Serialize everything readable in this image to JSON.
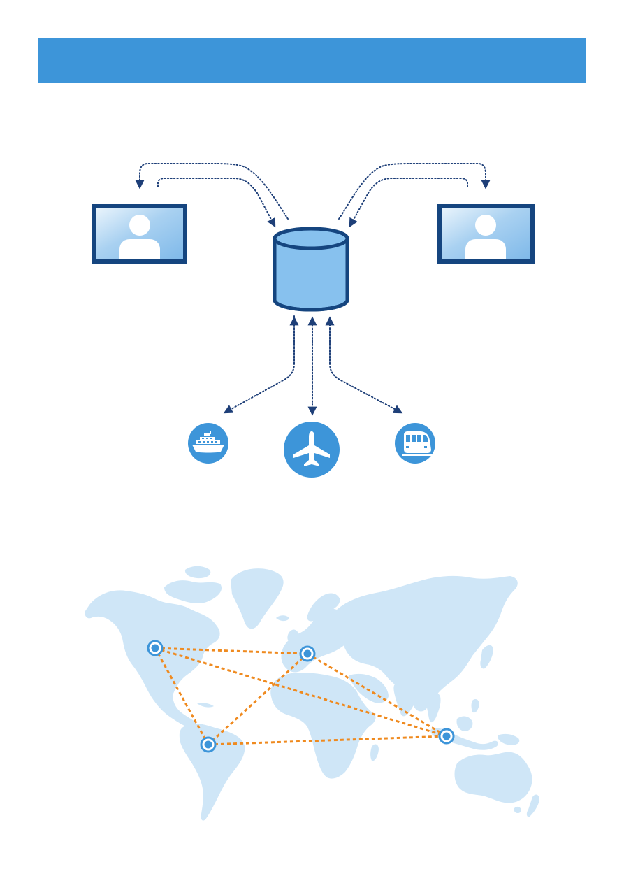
{
  "colors": {
    "banner": "#3d95d9",
    "arrow": "#1e3f78",
    "monitor_frame": "#15457f",
    "screen_light": "#e9f4fc",
    "screen_mid": "#a9d1f1",
    "screen_dark": "#7fb9e9",
    "database_fill": "#87c1ee",
    "database_stroke": "#15457f",
    "transport_circle": "#3d95d9",
    "map_land": "#cfe6f7",
    "route": "#ef8a1f",
    "node_ring": "#3d95d9",
    "node_core": "#3d95d9"
  },
  "header": {
    "title": ""
  },
  "diagram": {
    "users": [
      {
        "id": "user-left",
        "icon": "user-icon"
      },
      {
        "id": "user-right",
        "icon": "user-icon"
      }
    ],
    "hub": {
      "id": "central-database",
      "icon": "database-icon"
    },
    "transports": [
      {
        "id": "ferry",
        "icon": "ship-icon"
      },
      {
        "id": "flight",
        "icon": "airplane-icon"
      },
      {
        "id": "train",
        "icon": "train-icon"
      }
    ]
  },
  "map": {
    "nodes": [
      {
        "id": "north-america"
      },
      {
        "id": "europe"
      },
      {
        "id": "south-america"
      },
      {
        "id": "southeast-asia"
      }
    ],
    "routes": [
      {
        "from": "north-america",
        "to": "europe"
      },
      {
        "from": "north-america",
        "to": "south-america"
      },
      {
        "from": "north-america",
        "to": "southeast-asia"
      },
      {
        "from": "europe",
        "to": "south-america"
      },
      {
        "from": "europe",
        "to": "southeast-asia"
      },
      {
        "from": "south-america",
        "to": "southeast-asia"
      }
    ]
  }
}
